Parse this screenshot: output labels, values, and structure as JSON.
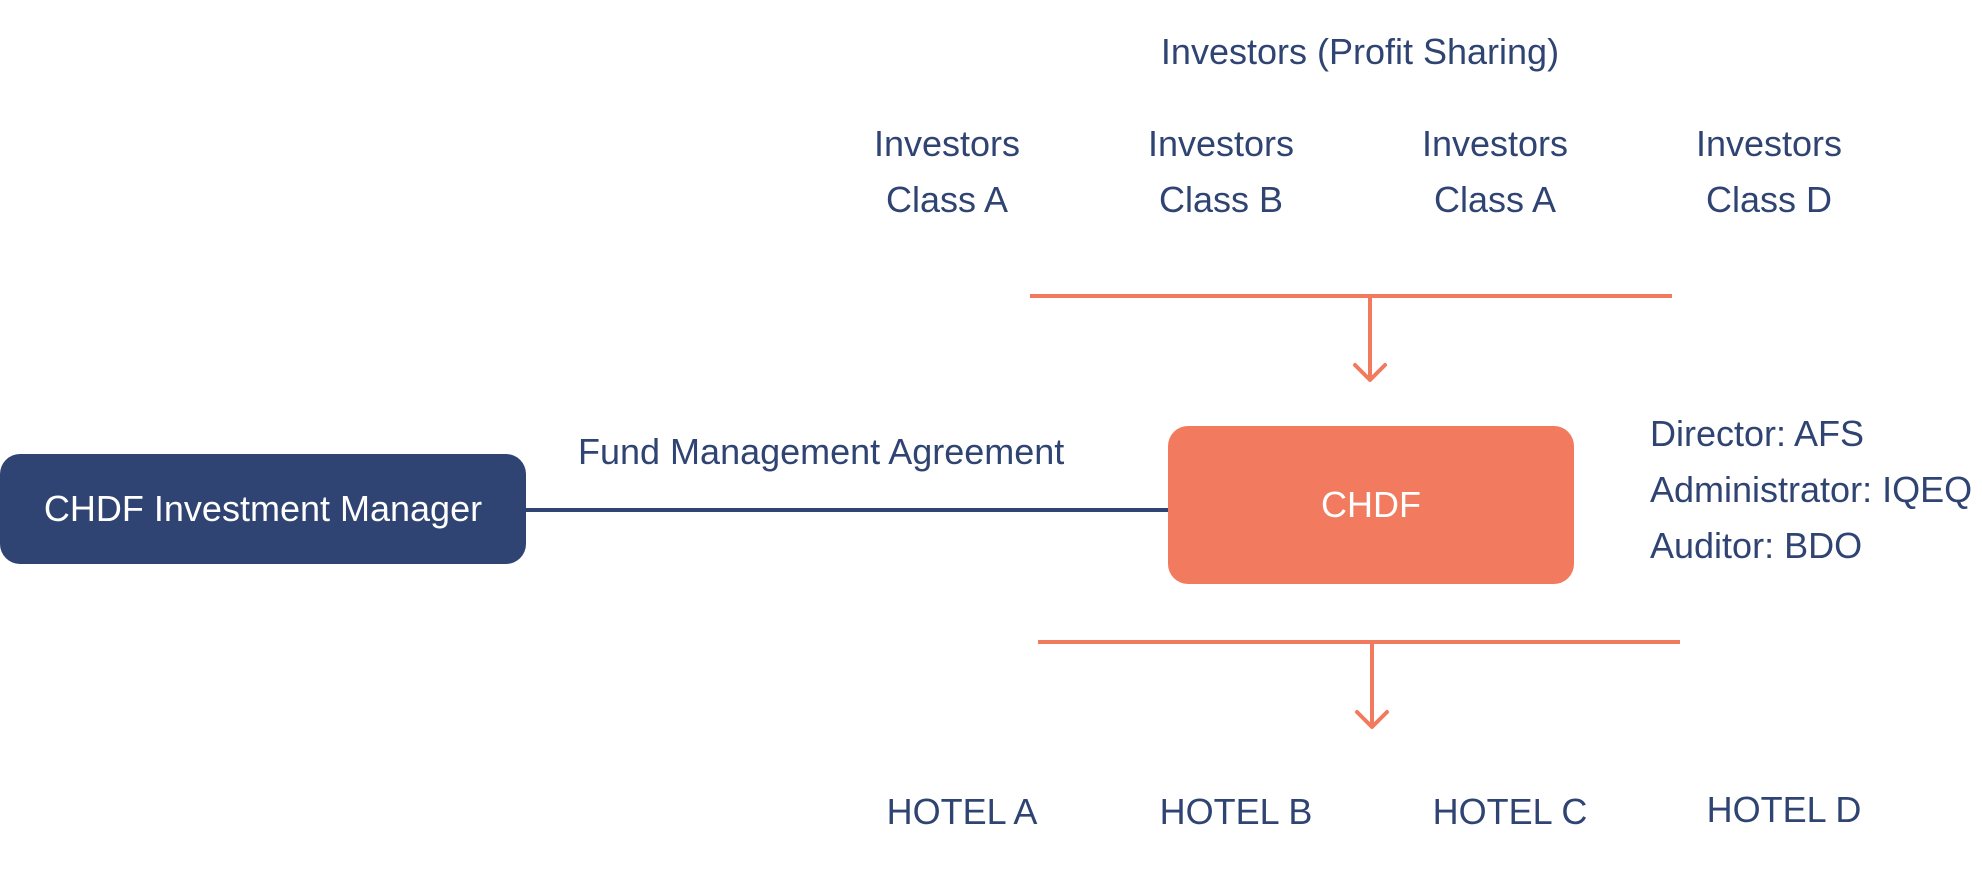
{
  "colors": {
    "navy": "#2f4472",
    "coral": "#f27a5e",
    "text": "#2f4472"
  },
  "header": {
    "investors_title": "Investors (Profit Sharing)"
  },
  "investor_classes": [
    {
      "line1": "Investors",
      "line2": "Class A"
    },
    {
      "line1": "Investors",
      "line2": "Class B"
    },
    {
      "line1": "Investors",
      "line2": "Class A"
    },
    {
      "line1": "Investors",
      "line2": "Class D"
    }
  ],
  "manager_box": {
    "label": "CHDF Investment Manager"
  },
  "agreement_label": "Fund Management Agreement",
  "fund_box": {
    "label": "CHDF"
  },
  "service_providers": [
    "Director: AFS",
    "Administrator: IQEQ",
    "Auditor: BDO"
  ],
  "hotels": [
    "HOTEL A",
    "HOTEL B",
    "HOTEL C",
    "HOTEL D"
  ]
}
